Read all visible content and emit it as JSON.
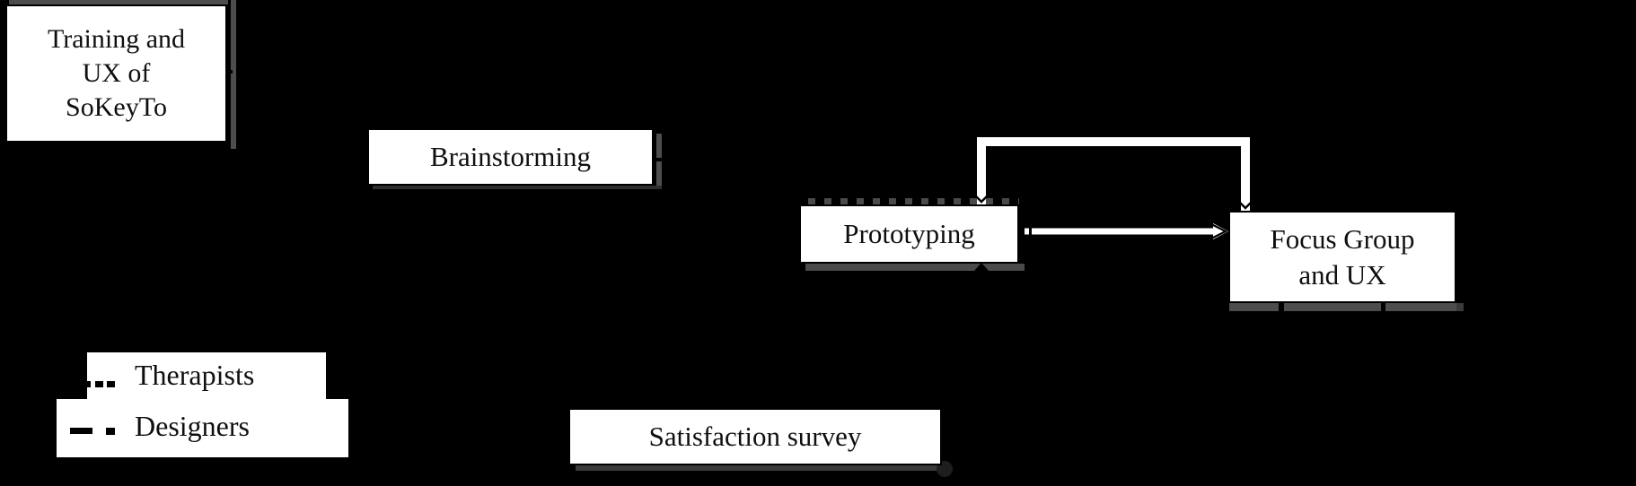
{
  "nodes": {
    "training": {
      "line1": "Training and",
      "line2": "UX of",
      "line3": "SoKeyTo"
    },
    "brainstorming": {
      "label": "Brainstorming"
    },
    "prototyping": {
      "label": "Prototyping"
    },
    "focus_group": {
      "line1": "Focus Group",
      "line2": "and UX"
    },
    "satisfaction_survey": {
      "label": "Satisfaction survey"
    }
  },
  "legend": {
    "therapists": {
      "label": "Therapists",
      "line_style": "dotted"
    },
    "designers": {
      "label": "Designers",
      "line_style": "dash-dot"
    }
  },
  "colors": {
    "background": "#000000",
    "node_fill": "#ffffff",
    "node_border": "#000000",
    "node_text": "#0f0f0f",
    "connector": "#ffffff",
    "shadow": "#4d4d4d"
  }
}
